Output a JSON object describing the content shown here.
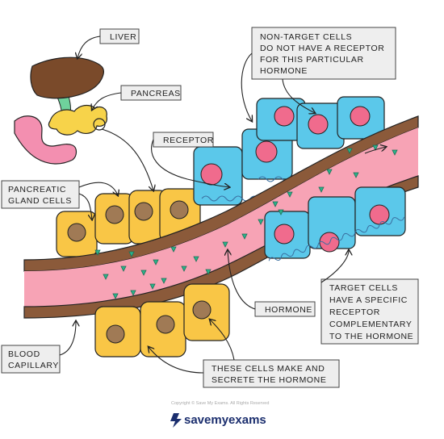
{
  "labels": {
    "liver": "LIVER",
    "pancreas": "PANCREAS",
    "receptor": "RECEPTOR",
    "pancreatic_gland_cells": [
      "PANCREATIC",
      "GLAND CELLS"
    ],
    "blood_capillary": [
      "BLOOD",
      "CAPILLARY"
    ],
    "hormone": "HORMONE",
    "non_target_cells": [
      "NON-TARGET CELLS",
      "DO NOT HAVE A RECEPTOR",
      "FOR THIS PARTICULAR",
      "HORMONE"
    ],
    "target_cells": [
      "TARGET CELLS",
      "HAVE A SPECIFIC",
      "RECEPTOR",
      "COMPLEMENTARY",
      "TO THE HORMONE"
    ],
    "these_cells": [
      "THESE CELLS MAKE AND",
      "SECRETE THE HORMONE"
    ]
  },
  "footer": {
    "copyright": "Copyright © Save My Exams. All Rights Reserved",
    "brand": "savemyexams"
  },
  "colors": {
    "gland_cell": "#f9c646",
    "nucleus_gland": "#a07a55",
    "capillary_wall": "#8b5a3a",
    "blood": "#f7a3b5",
    "target_cell": "#5bc8ea",
    "nucleus_target": "#f06b8d",
    "hormone": "#2bb38a",
    "liver": "#7a4a2a",
    "pancreas": "#f7d34a",
    "duodenum": "#f38fb0",
    "bile_duct": "#6fd29c",
    "brand": "#1b2e6e"
  }
}
